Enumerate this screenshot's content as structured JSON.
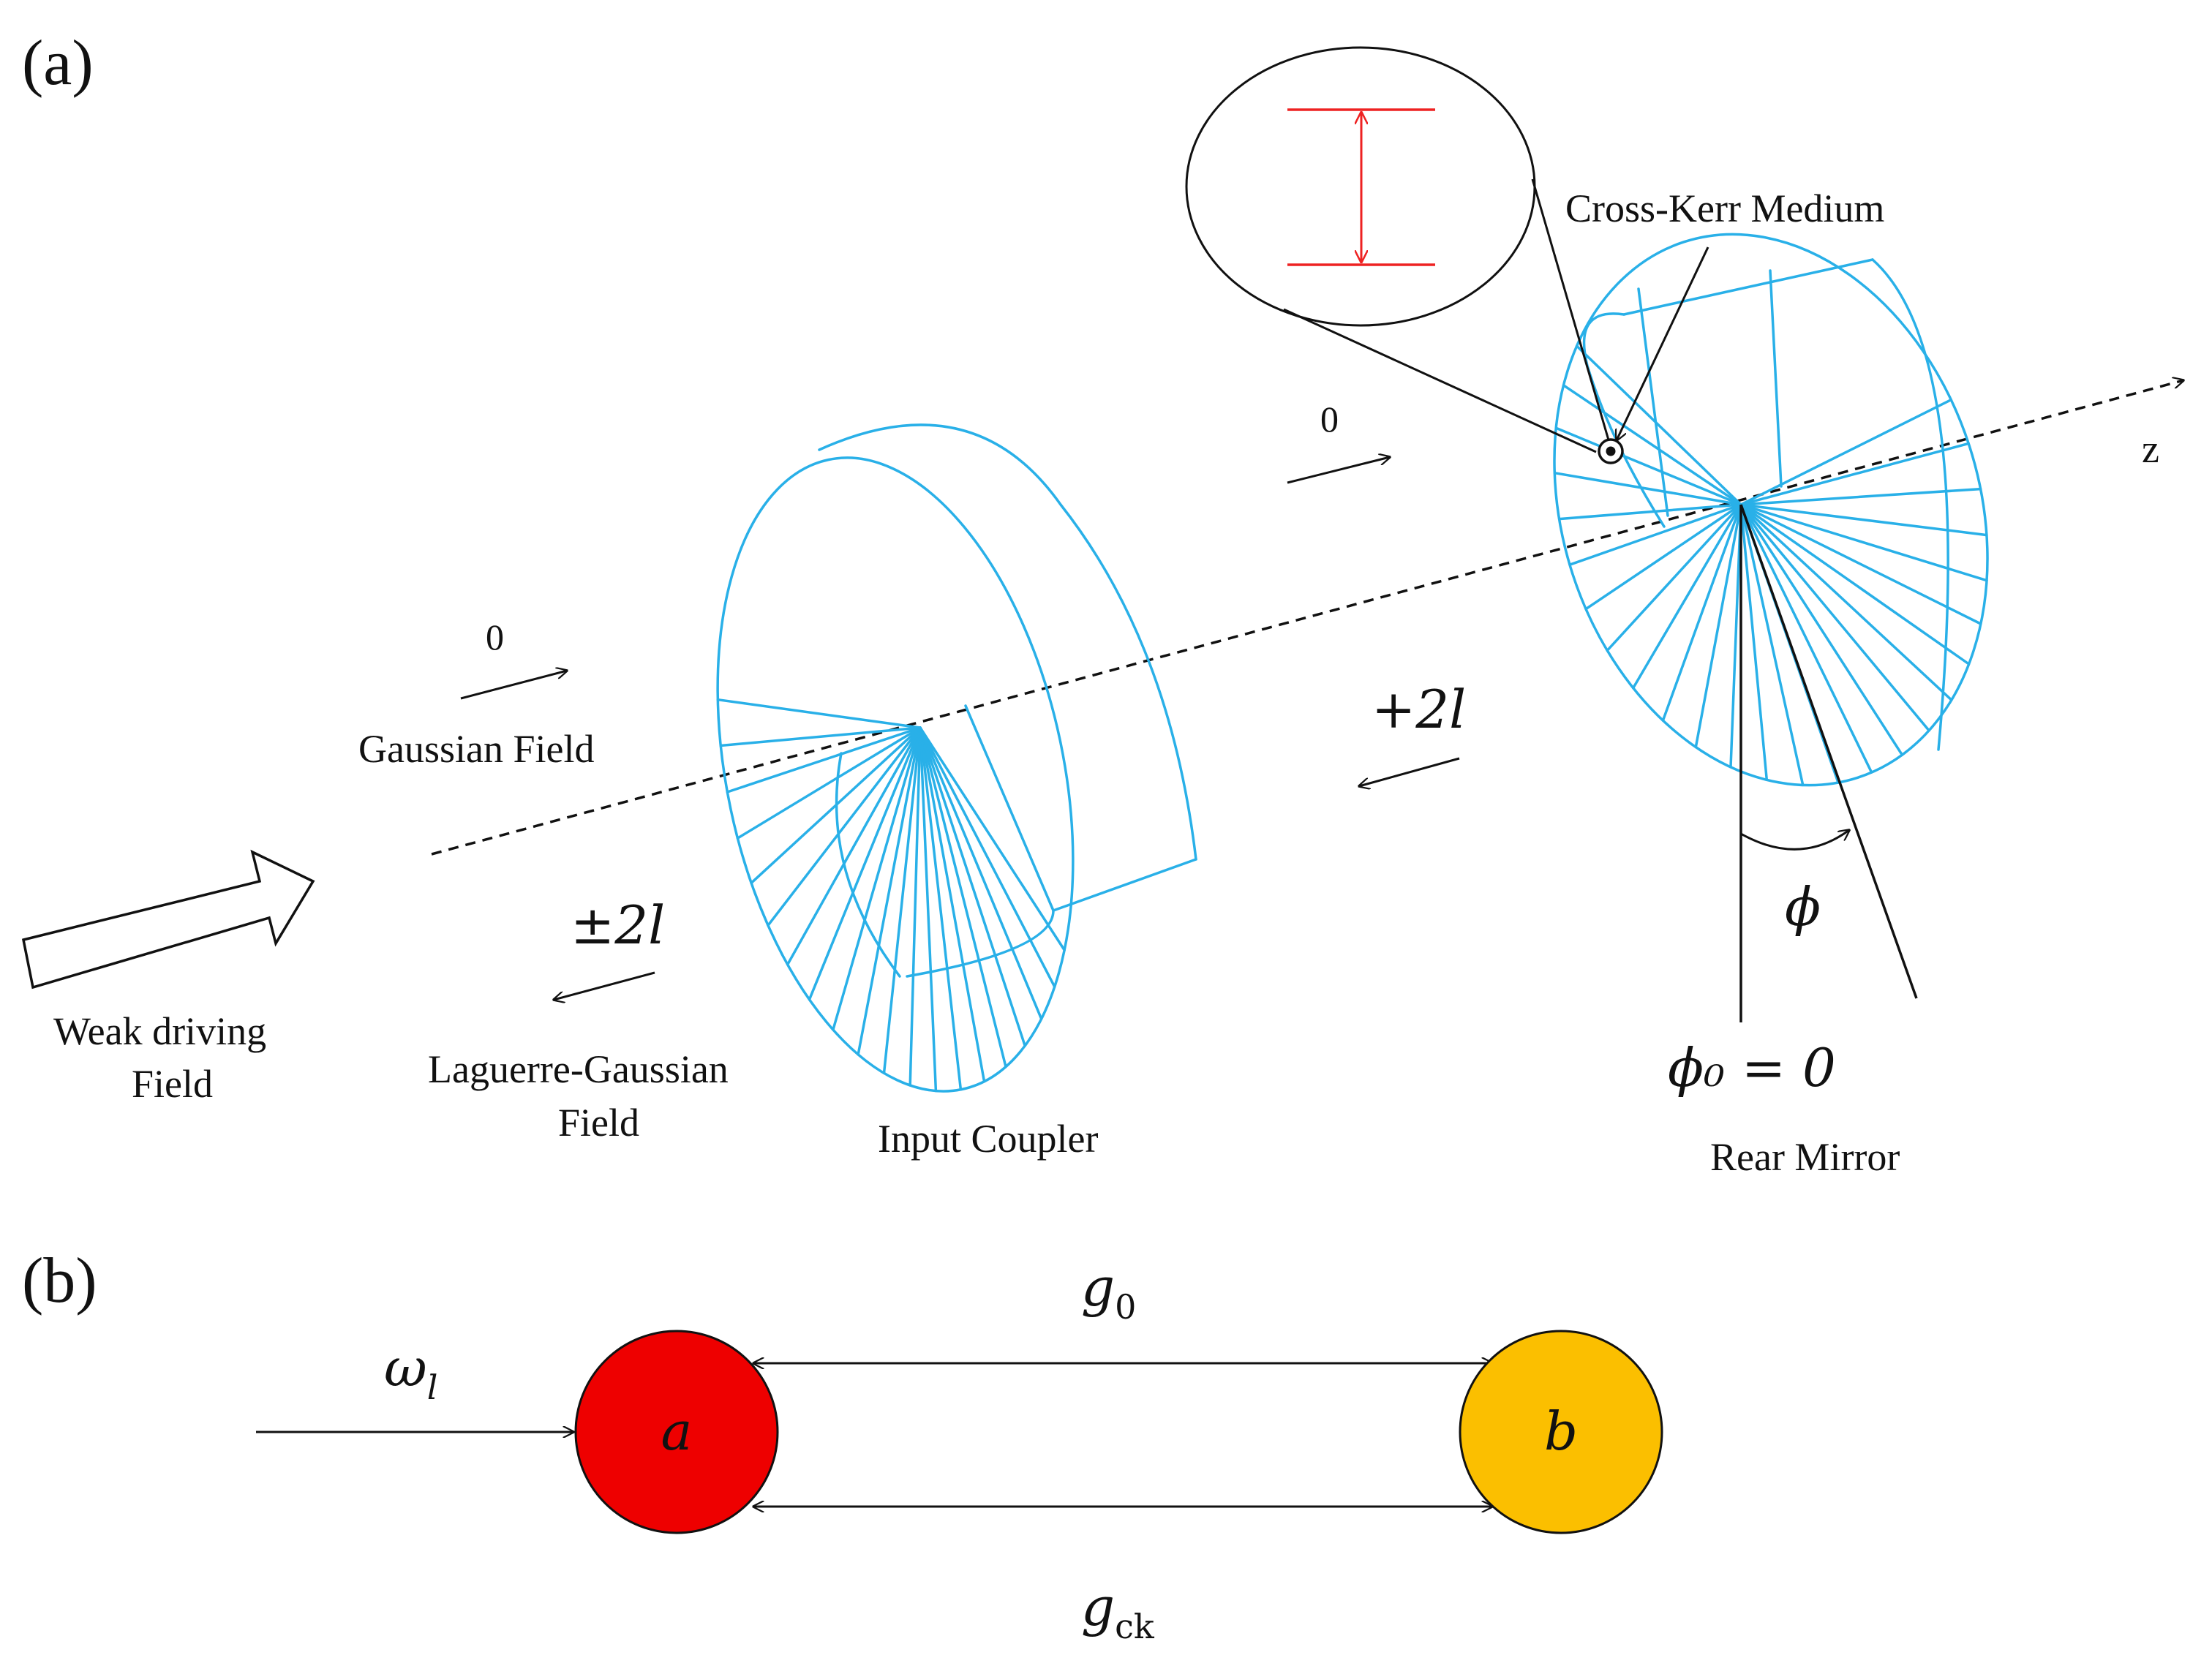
{
  "panel_a": {
    "label": "(a)",
    "z_axis": "z",
    "cross_kerr": "Cross-Kerr Medium",
    "gaussian_field": "Gaussian Field",
    "gaussian_mode": "0",
    "reflected_mode": "+2l",
    "inside_mode": "0",
    "lg_mode": "±2l",
    "lg_field": [
      "Laguerre-Gaussian",
      "Field"
    ],
    "weak_driving": [
      "Weak driving",
      "Field"
    ],
    "input_coupler": "Input Coupler",
    "rear_mirror": "Rear Mirror",
    "phi": "ϕ",
    "phi0": "ϕ₀ = 0"
  },
  "panel_b": {
    "label": "(b)",
    "omega": "ω",
    "omega_sub": "l",
    "mode_a": "a",
    "mode_b": "b",
    "g0": "g",
    "g0_sub": "0",
    "gck": "g",
    "gck_sub": "ck",
    "colors": {
      "mode_a": "#ee0000",
      "mode_b": "#fbbf00",
      "blade": "#29b0e8",
      "level": "#ee2222"
    }
  }
}
